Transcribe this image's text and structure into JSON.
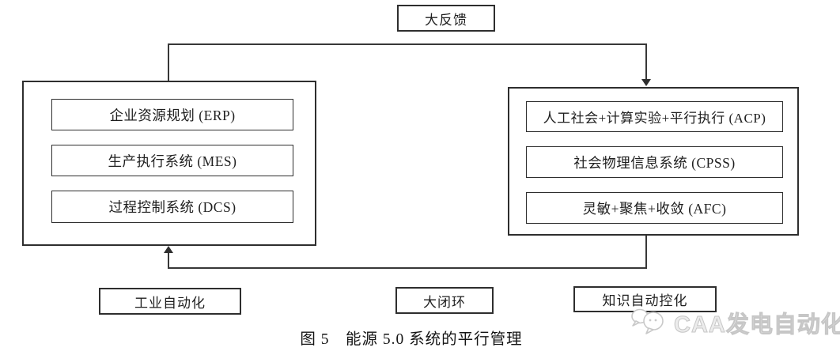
{
  "diagram": {
    "feedback_box": "大反馈",
    "left_group": {
      "items": [
        "企业资源规划 (ERP)",
        "生产执行系统 (MES)",
        "过程控制系统 (DCS)"
      ]
    },
    "right_group": {
      "items": [
        "人工社会+计算实验+平行执行 (ACP)",
        "社会物理信息系统 (CPSS)",
        "灵敏+聚焦+收敛 (AFC)"
      ]
    },
    "bottom_labels": {
      "left": "工业自动化",
      "middle": "大闭环",
      "right": "知识自动控化"
    },
    "caption": "图 5　能源 5.0 系统的平行管理",
    "watermark": "CAA发电自动化",
    "colors": {
      "line": "#2e2e2e",
      "background": "#ffffff",
      "watermark": "#d9d9d9"
    }
  }
}
